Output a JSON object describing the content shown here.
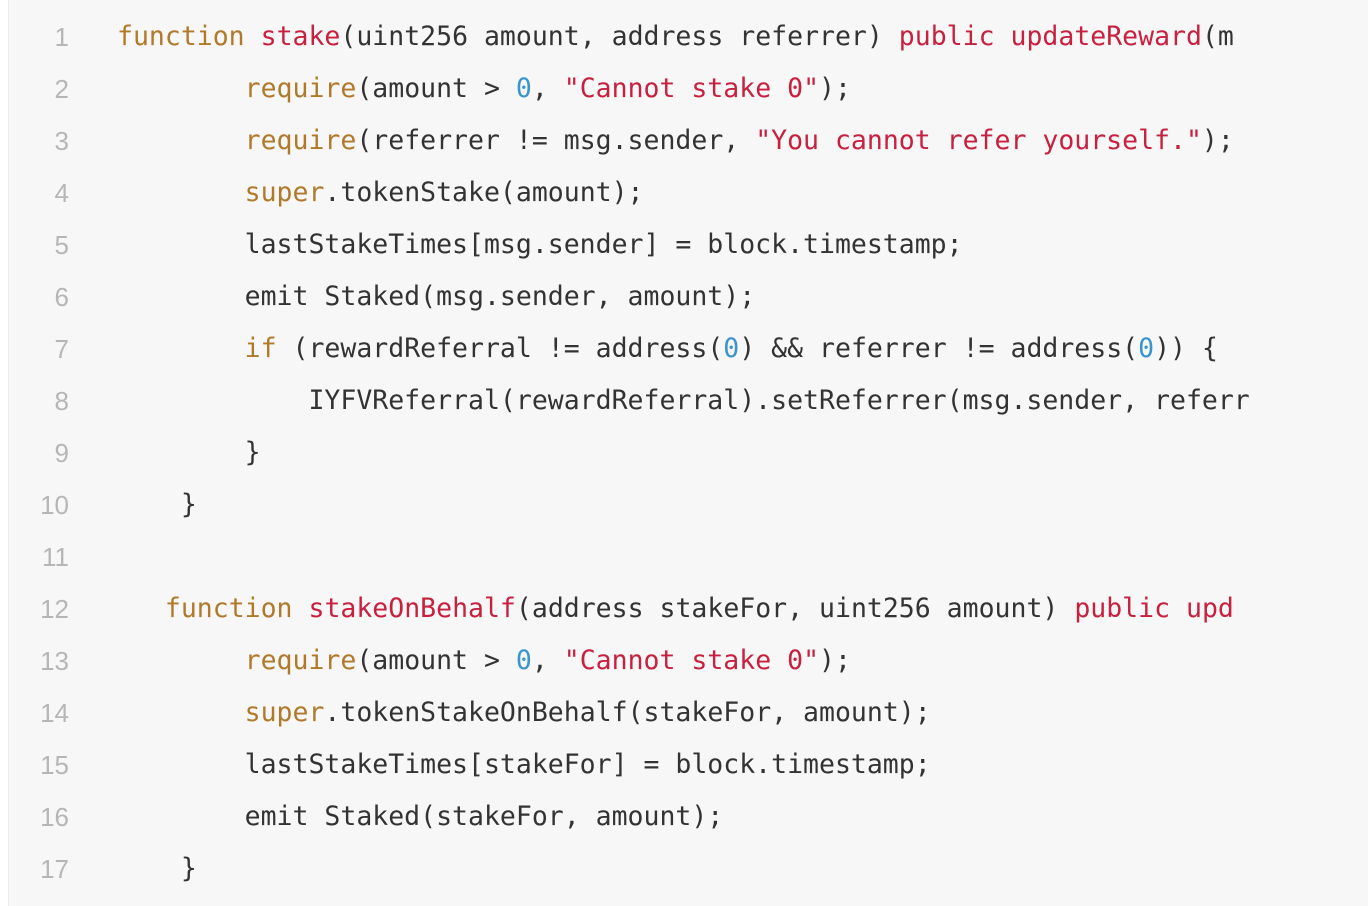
{
  "editor": {
    "lines": [
      {
        "number": "1",
        "tokens": [
          {
            "t": "function",
            "k": "keyword"
          },
          {
            "t": " ",
            "k": "plain"
          },
          {
            "t": "stake",
            "k": "func"
          },
          {
            "t": "(uint256 amount, address referrer) ",
            "k": "plain"
          },
          {
            "t": "public",
            "k": "func"
          },
          {
            "t": " ",
            "k": "plain"
          },
          {
            "t": "updateReward",
            "k": "func"
          },
          {
            "t": "(m",
            "k": "plain"
          }
        ]
      },
      {
        "number": "2",
        "tokens": [
          {
            "t": "        ",
            "k": "plain"
          },
          {
            "t": "require",
            "k": "keyword"
          },
          {
            "t": "(amount > ",
            "k": "plain"
          },
          {
            "t": "0",
            "k": "number"
          },
          {
            "t": ", ",
            "k": "plain"
          },
          {
            "t": "\"Cannot stake 0\"",
            "k": "string"
          },
          {
            "t": ");",
            "k": "plain"
          }
        ]
      },
      {
        "number": "3",
        "tokens": [
          {
            "t": "        ",
            "k": "plain"
          },
          {
            "t": "require",
            "k": "keyword"
          },
          {
            "t": "(referrer != msg.sender, ",
            "k": "plain"
          },
          {
            "t": "\"You cannot refer yourself.\"",
            "k": "string"
          },
          {
            "t": ");",
            "k": "plain"
          }
        ]
      },
      {
        "number": "4",
        "tokens": [
          {
            "t": "        ",
            "k": "plain"
          },
          {
            "t": "super",
            "k": "keyword"
          },
          {
            "t": ".tokenStake(amount);",
            "k": "plain"
          }
        ]
      },
      {
        "number": "5",
        "tokens": [
          {
            "t": "        lastStakeTimes[msg.sender] = block.timestamp;",
            "k": "plain"
          }
        ]
      },
      {
        "number": "6",
        "tokens": [
          {
            "t": "        emit Staked(msg.sender, amount);",
            "k": "plain"
          }
        ]
      },
      {
        "number": "7",
        "tokens": [
          {
            "t": "        ",
            "k": "plain"
          },
          {
            "t": "if",
            "k": "keyword"
          },
          {
            "t": " (rewardReferral != address(",
            "k": "plain"
          },
          {
            "t": "0",
            "k": "number"
          },
          {
            "t": ") && referrer != address(",
            "k": "plain"
          },
          {
            "t": "0",
            "k": "number"
          },
          {
            "t": ")) {",
            "k": "plain"
          }
        ]
      },
      {
        "number": "8",
        "tokens": [
          {
            "t": "            IYFVReferral(rewardReferral).setReferrer(msg.sender, referr",
            "k": "plain"
          }
        ]
      },
      {
        "number": "9",
        "tokens": [
          {
            "t": "        }",
            "k": "plain"
          }
        ]
      },
      {
        "number": "10",
        "tokens": [
          {
            "t": "    }",
            "k": "plain"
          }
        ]
      },
      {
        "number": "11",
        "tokens": []
      },
      {
        "number": "12",
        "tokens": [
          {
            "t": "   ",
            "k": "plain"
          },
          {
            "t": "function",
            "k": "keyword"
          },
          {
            "t": " ",
            "k": "plain"
          },
          {
            "t": "stakeOnBehalf",
            "k": "func"
          },
          {
            "t": "(address stakeFor, uint256 amount) ",
            "k": "plain"
          },
          {
            "t": "public",
            "k": "func"
          },
          {
            "t": " ",
            "k": "plain"
          },
          {
            "t": "upd",
            "k": "func"
          }
        ]
      },
      {
        "number": "13",
        "tokens": [
          {
            "t": "        ",
            "k": "plain"
          },
          {
            "t": "require",
            "k": "keyword"
          },
          {
            "t": "(amount > ",
            "k": "plain"
          },
          {
            "t": "0",
            "k": "number"
          },
          {
            "t": ", ",
            "k": "plain"
          },
          {
            "t": "\"Cannot stake 0\"",
            "k": "string"
          },
          {
            "t": ");",
            "k": "plain"
          }
        ]
      },
      {
        "number": "14",
        "tokens": [
          {
            "t": "        ",
            "k": "plain"
          },
          {
            "t": "super",
            "k": "keyword"
          },
          {
            "t": ".tokenStakeOnBehalf(stakeFor, amount);",
            "k": "plain"
          }
        ]
      },
      {
        "number": "15",
        "tokens": [
          {
            "t": "        lastStakeTimes[stakeFor] = block.timestamp;",
            "k": "plain"
          }
        ]
      },
      {
        "number": "16",
        "tokens": [
          {
            "t": "        emit Staked(stakeFor, amount);",
            "k": "plain"
          }
        ]
      },
      {
        "number": "17",
        "tokens": [
          {
            "t": "    }",
            "k": "plain"
          }
        ]
      }
    ]
  }
}
